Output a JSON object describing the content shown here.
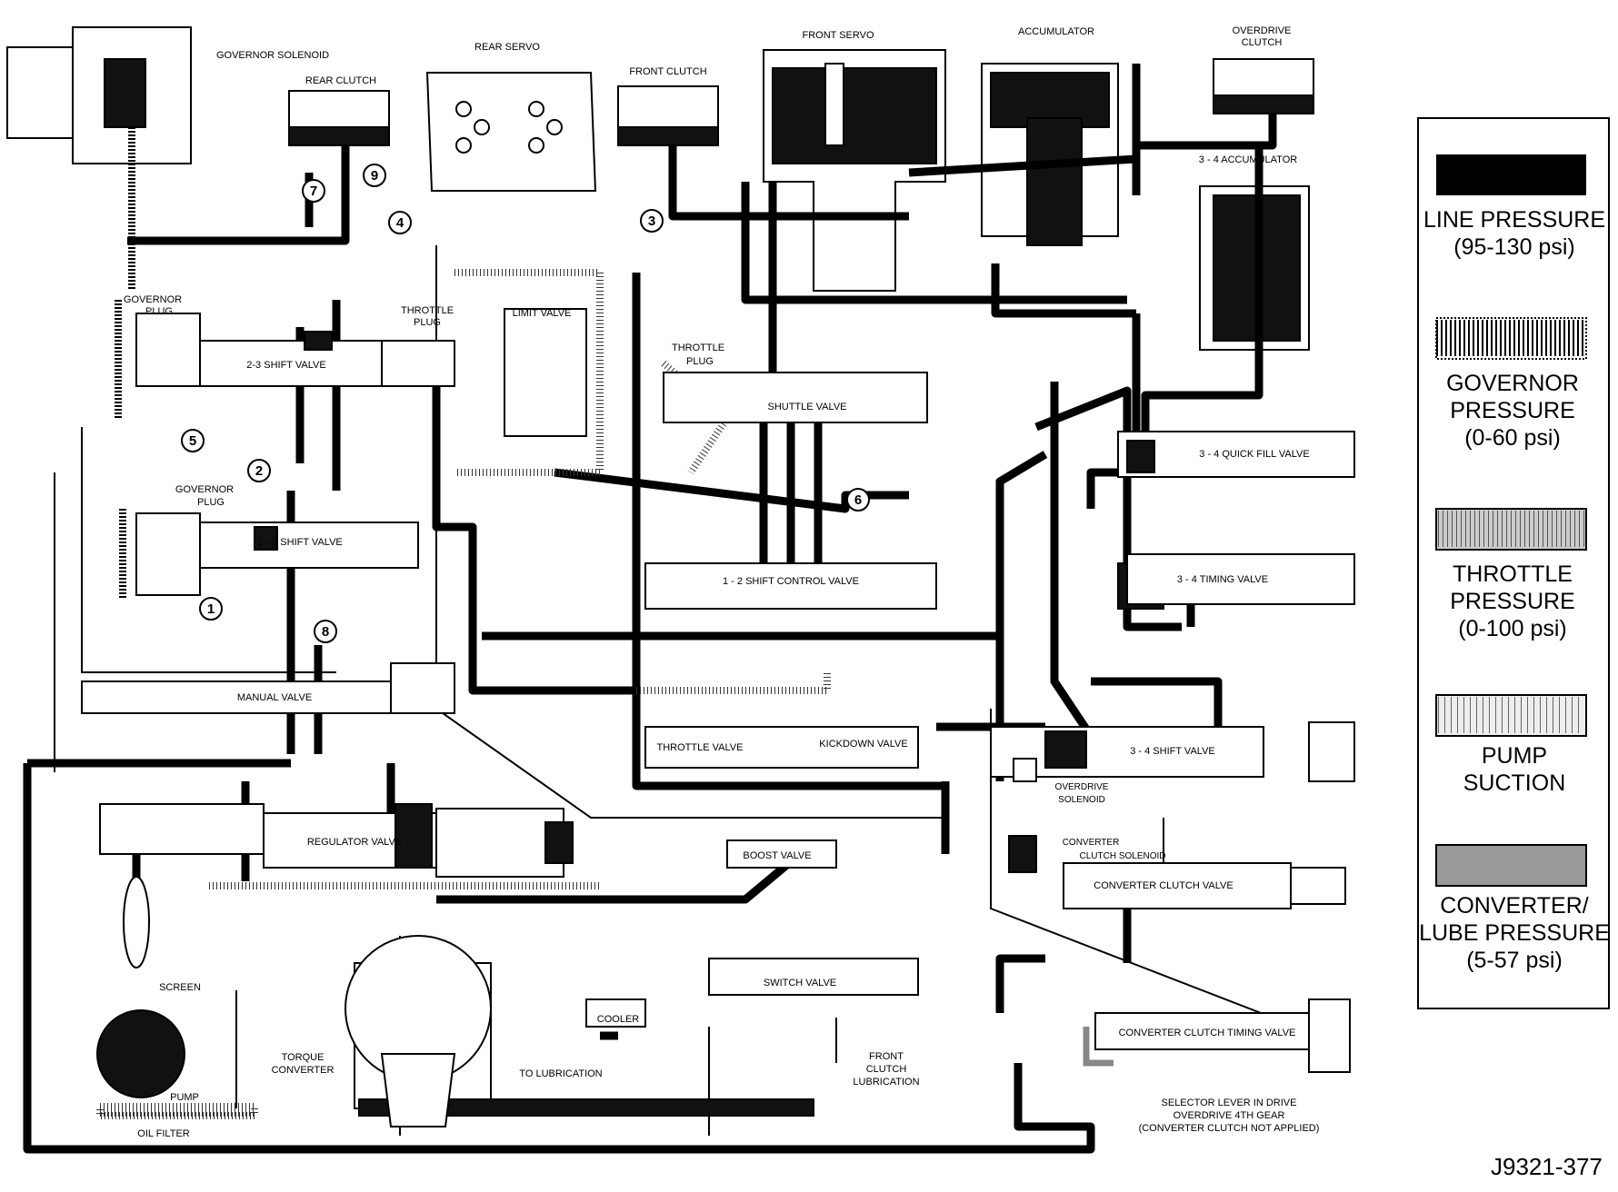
{
  "components": {
    "governor_solenoid": "GOVERNOR SOLENOID",
    "rear_servo": "REAR SERVO",
    "rear_clutch": "REAR CLUTCH",
    "front_clutch": "FRONT CLUTCH",
    "front_servo": "FRONT SERVO",
    "accumulator": "ACCUMULATOR",
    "overdrive_clutch": [
      "OVERDRIVE",
      "CLUTCH"
    ],
    "accumulator_34": "3 - 4 ACCUMULATOR",
    "governor_plug_upper": [
      "GOVERNOR",
      "PLUG"
    ],
    "shift_valve_23": "2-3 SHIFT VALVE",
    "throttle_plug_upper": [
      "THROTTLE",
      "PLUG"
    ],
    "limit_valve": "LIMIT VALVE",
    "throttle_plug_mid": [
      "THROTTLE",
      "PLUG"
    ],
    "shuttle_valve": "SHUTTLE VALVE",
    "quick_fill_valve": "3 - 4 QUICK FILL VALVE",
    "governor_plug_lower": [
      "GOVERNOR",
      "PLUG"
    ],
    "shift_valve_12": "1 - 2 SHIFT VALVE",
    "shift_control_valve_12": "1 - 2 SHIFT CONTROL VALVE",
    "timing_valve_34": "3 - 4 TIMING VALVE",
    "manual_valve": "MANUAL VALVE",
    "throttle_valve": "THROTTLE VALVE",
    "kickdown_valve": "KICKDOWN VALVE",
    "shift_valve_34": "3 - 4 SHIFT VALVE",
    "overdrive_solenoid": [
      "OVERDRIVE",
      "SOLENOID"
    ],
    "regulator_valve": "REGULATOR VALVE",
    "boost_valve": "BOOST VALVE",
    "converter_clutch_solenoid": [
      "CONVERTER",
      "CLUTCH SOLENOID"
    ],
    "converter_clutch_valve": "CONVERTER CLUTCH VALVE",
    "screen": "SCREEN",
    "switch_valve": "SWITCH VALVE",
    "cooler": "COOLER",
    "torque_converter": [
      "TORQUE",
      "CONVERTER"
    ],
    "to_lubrication": "TO LUBRICATION",
    "front_clutch_lubrication": [
      "FRONT",
      "CLUTCH",
      "LUBRICATION"
    ],
    "converter_clutch_timing_valve": "CONVERTER CLUTCH TIMING VALVE",
    "pump": "PUMP",
    "oil_filter": "OIL FILTER"
  },
  "circuit_numbers": [
    "1",
    "2",
    "3",
    "4",
    "5",
    "6",
    "7",
    "8",
    "9"
  ],
  "caption": [
    "SELECTOR LEVER IN DRIVE",
    "OVERDRIVE 4TH GEAR",
    "(CONVERTER CLUTCH NOT APPLIED)"
  ],
  "figure_id": "J9321-377",
  "legend": {
    "line_pressure": [
      "LINE PRESSURE",
      "(95-130 psi)"
    ],
    "governor_pressure": [
      "GOVERNOR",
      "PRESSURE",
      "(0-60 psi)"
    ],
    "throttle_pressure": [
      "THROTTLE",
      "PRESSURE",
      "(0-100 psi)"
    ],
    "pump_suction": [
      "PUMP",
      "SUCTION"
    ],
    "converter_lube_pressure": [
      "CONVERTER/",
      "LUBE PRESSURE",
      "(5-57 psi)"
    ]
  }
}
